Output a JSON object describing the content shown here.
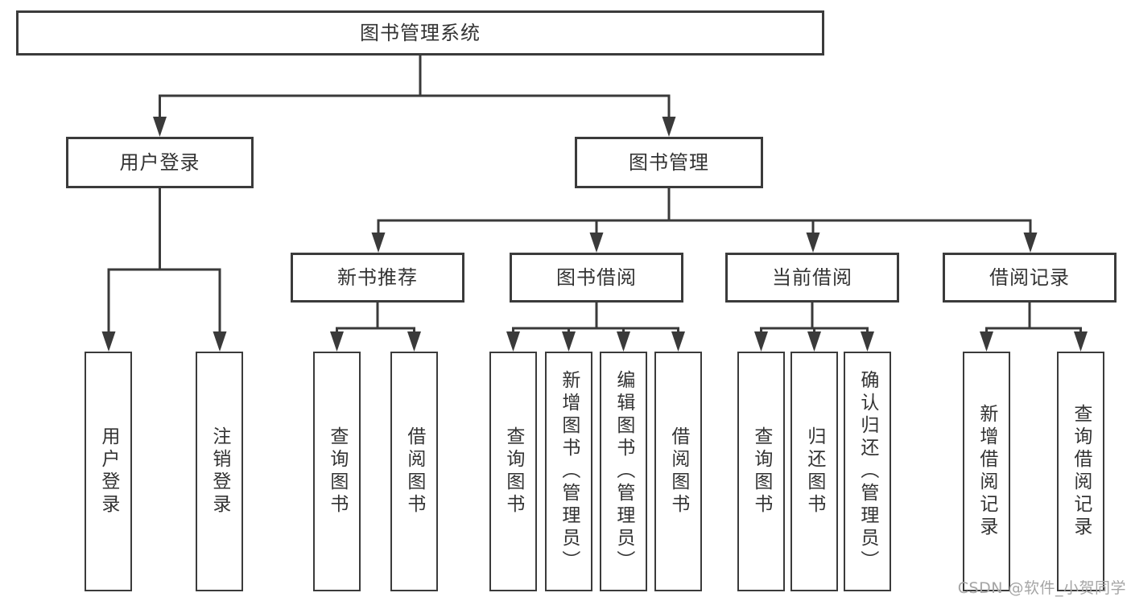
{
  "diagram": {
    "title": "图书管理系统",
    "level2": [
      {
        "label": "用户登录"
      },
      {
        "label": "图书管理"
      }
    ],
    "level3": [
      {
        "label": "新书推荐"
      },
      {
        "label": "图书借阅"
      },
      {
        "label": "当前借阅"
      },
      {
        "label": "借阅记录"
      }
    ],
    "leaves": [
      {
        "label": "用户登录"
      },
      {
        "label": "注销登录"
      },
      {
        "label": "查询图书"
      },
      {
        "label": "借阅图书"
      },
      {
        "label": "查询图书"
      },
      {
        "label": "新增图书（管理员）"
      },
      {
        "label": "编辑图书（管理员）"
      },
      {
        "label": "借阅图书"
      },
      {
        "label": "查询图书"
      },
      {
        "label": "归还图书"
      },
      {
        "label": "确认归还（管理员）"
      },
      {
        "label": "新增借阅记录"
      },
      {
        "label": "查询借阅记录"
      }
    ]
  },
  "watermark": {
    "text": "CSDN @软件_小贺同学"
  },
  "colors": {
    "line": "#3a3a3a",
    "border": "#3b3b3b",
    "text": "#333333",
    "watermark": "#a5a5a5",
    "background": "#ffffff"
  }
}
